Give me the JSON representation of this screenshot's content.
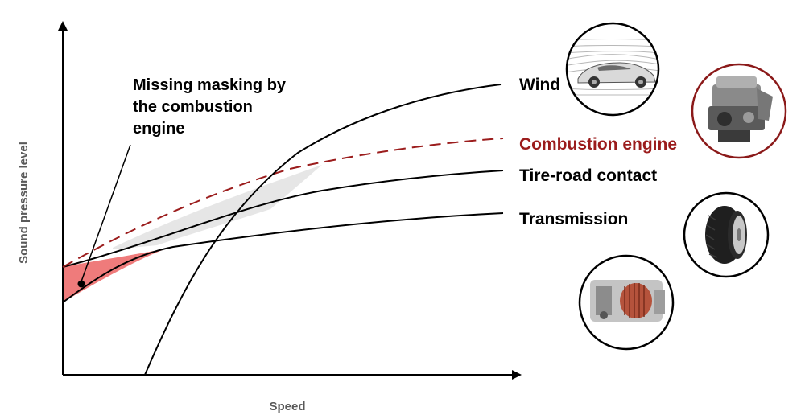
{
  "axes": {
    "x_label": "Speed",
    "y_label": "Sound pressure level"
  },
  "annotation": {
    "lines": [
      "Missing masking by",
      "the combustion",
      "engine"
    ]
  },
  "series": [
    {
      "key": "wind",
      "label": "Wind",
      "color": "#000000"
    },
    {
      "key": "combustion",
      "label": "Combustion engine",
      "color": "#9b1c1c",
      "style": "dashed"
    },
    {
      "key": "tire",
      "label": "Tire-road contact",
      "color": "#000000"
    },
    {
      "key": "transmission",
      "label": "Transmission",
      "color": "#000000"
    }
  ],
  "regions": {
    "unmasked_color": "#ef7b7b",
    "gap_color": "#e6e6e6"
  },
  "icons": [
    {
      "key": "wind",
      "name": "car-wind-tunnel-icon",
      "border": "#000000"
    },
    {
      "key": "combustion",
      "name": "combustion-engine-icon",
      "border": "#8b1a1a"
    },
    {
      "key": "tire",
      "name": "tire-icon",
      "border": "#000000"
    },
    {
      "key": "transmission",
      "name": "electric-drive-unit-icon",
      "border": "#000000"
    }
  ]
}
